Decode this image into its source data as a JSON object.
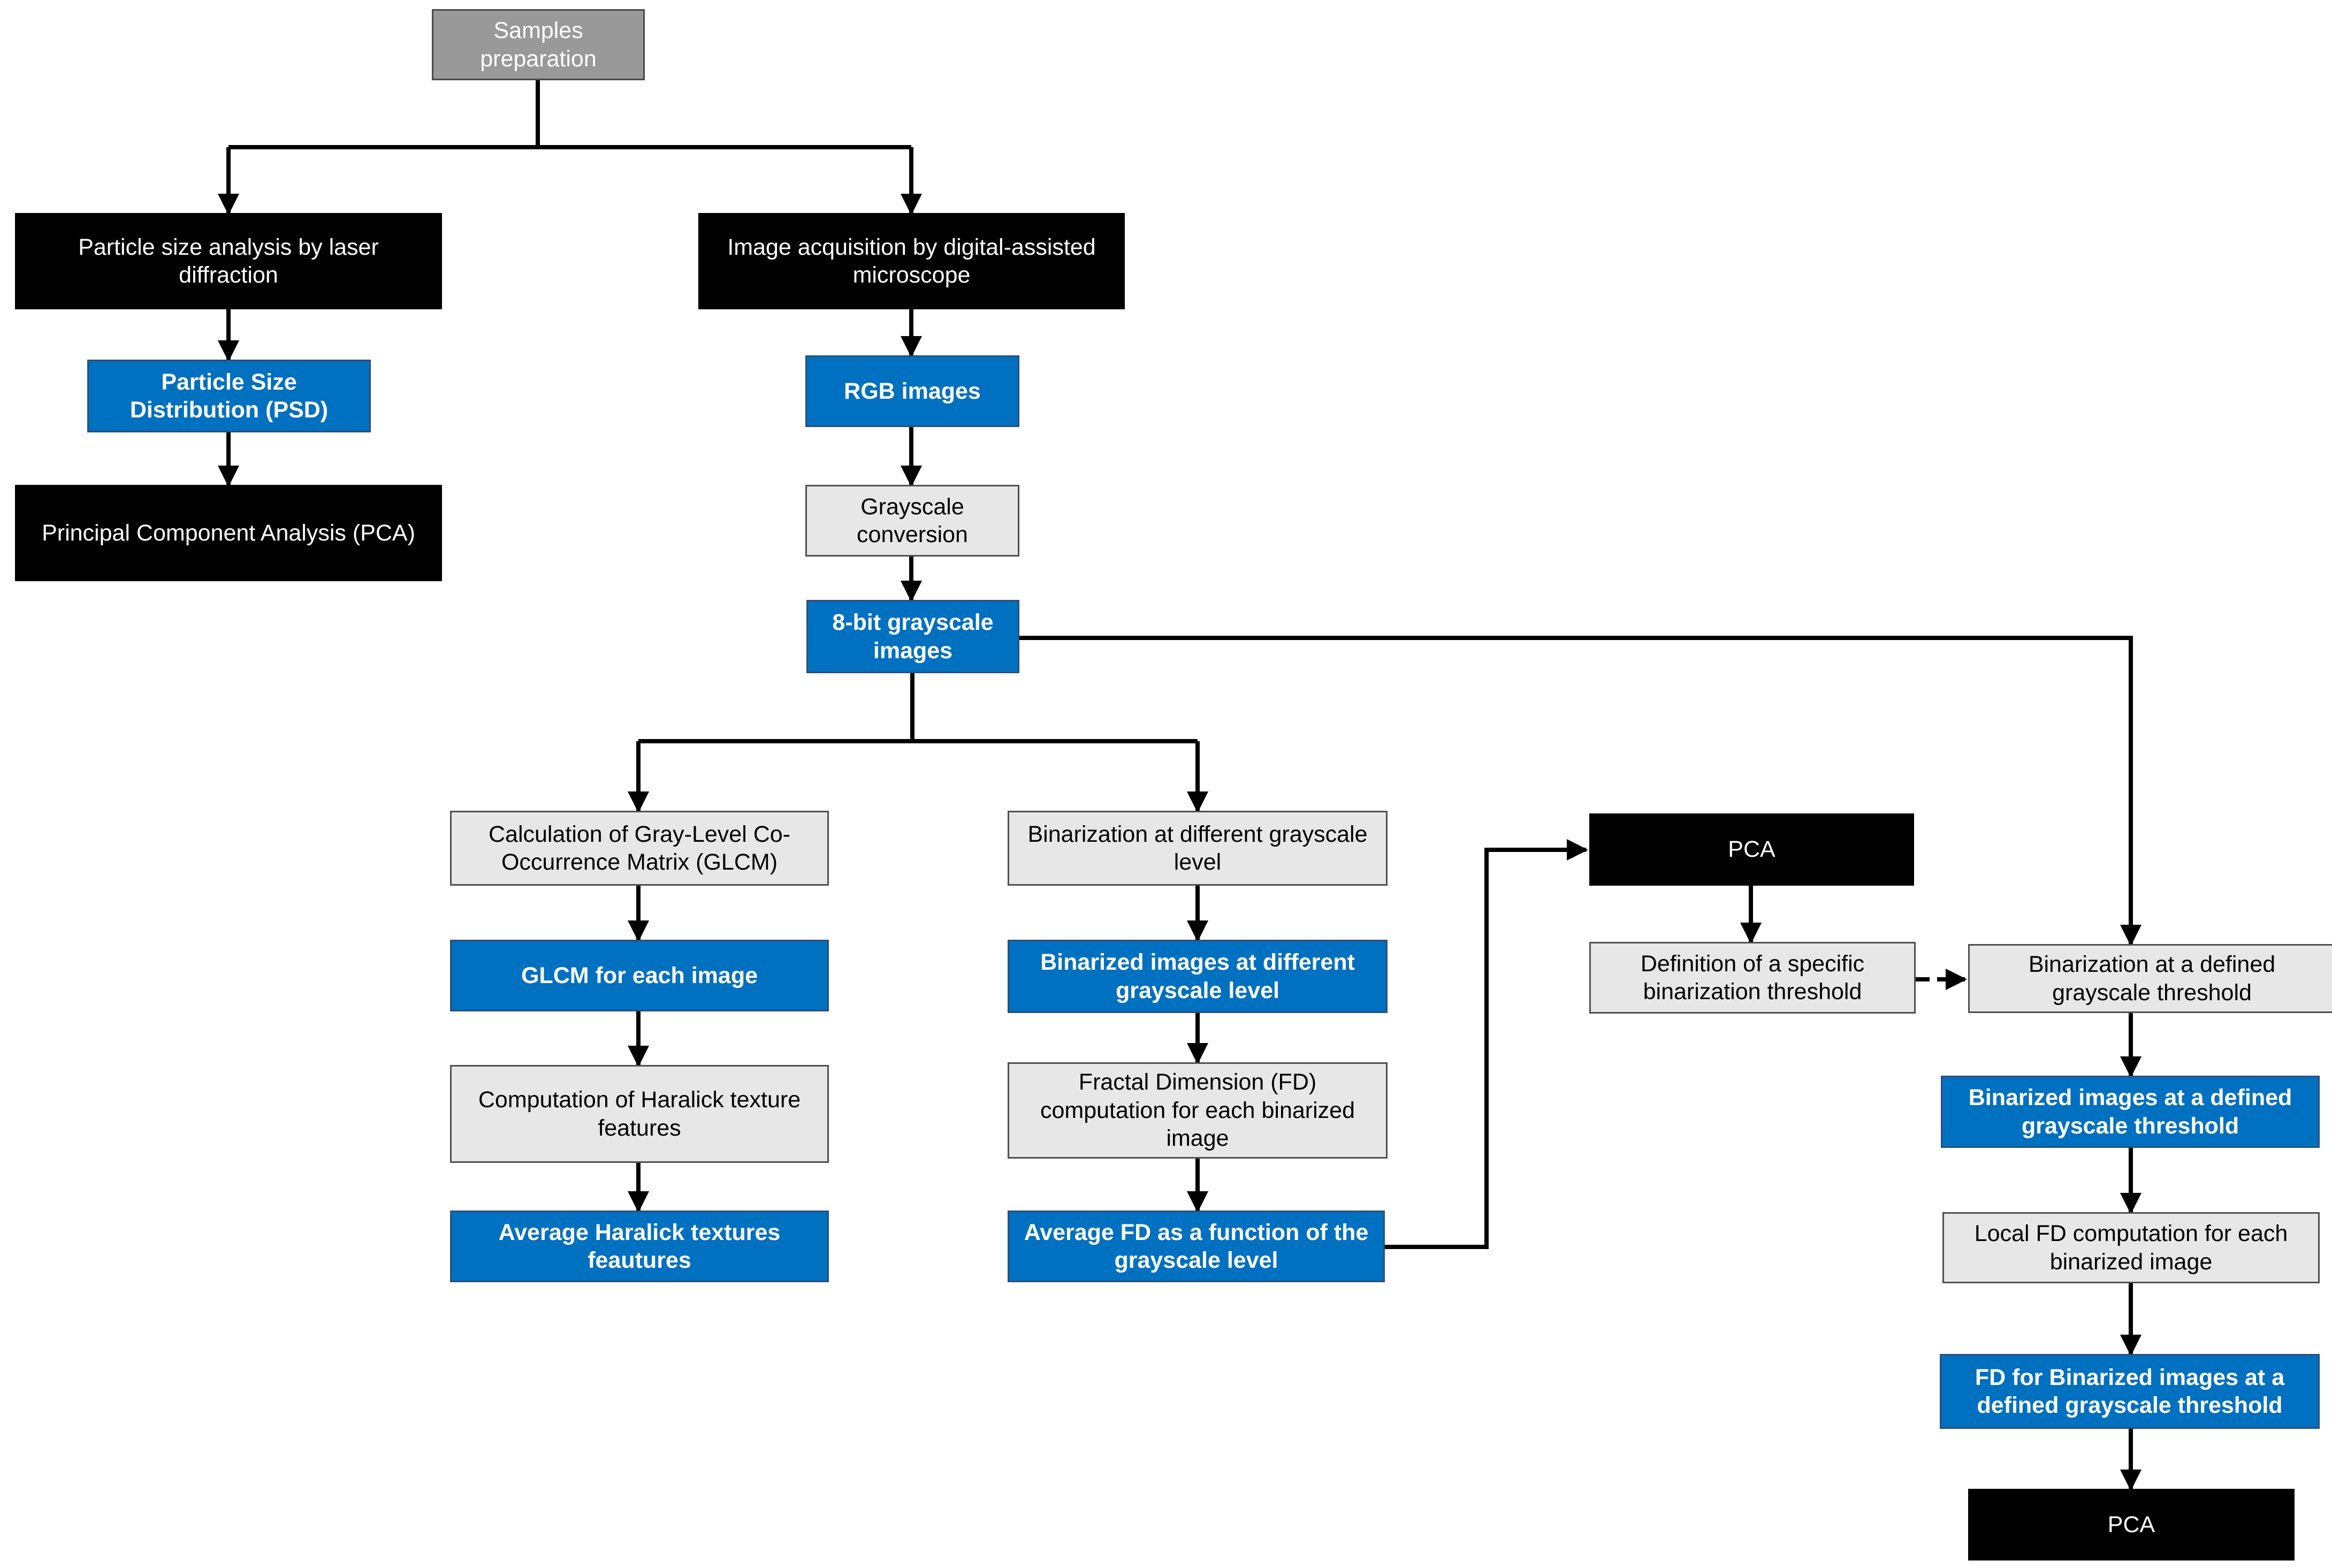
{
  "colors": {
    "gray": "#999999",
    "black": "#000000",
    "blue": "#0070c0",
    "light": "#e7e7e7",
    "line": "#000000"
  },
  "nodes": {
    "samples": "Samples preparation",
    "psa": "Particle size analysis by laser diffraction",
    "psd": "Particle Size Distribution (PSD)",
    "pca_psd": "Principal Component Analysis (PCA)",
    "img_acq": "Image acquisition by digital-assisted microscope",
    "rgb": "RGB images",
    "grayconv": "Grayscale conversion",
    "gray8": "8-bit grayscale images",
    "glcm_calc": "Calculation of Gray-Level Co-Occurrence Matrix (GLCM)",
    "glcm_each": "GLCM for each image",
    "haralick_comp": "Computation of Haralick texture features",
    "haralick_avg": "Average Haralick textures feautures",
    "bin_diff": "Binarization at different grayscale level",
    "bin_imgs": "Binarized images at different grayscale level",
    "fd_comp": "Fractal Dimension (FD) computation for each binarized image",
    "fd_avg": "Average FD as a function of the grayscale level",
    "pca_mid": "PCA",
    "def_thresh": "Definition of a specific binarization threshold",
    "bin_defined": "Binarization at a defined grayscale threshold",
    "bin_defined_imgs": "Binarized images at a defined grayscale threshold",
    "local_fd": "Local FD computation for each binarized image",
    "fd_bin": "FD for Binarized images at a defined grayscale threshold",
    "pca_final": "PCA"
  }
}
